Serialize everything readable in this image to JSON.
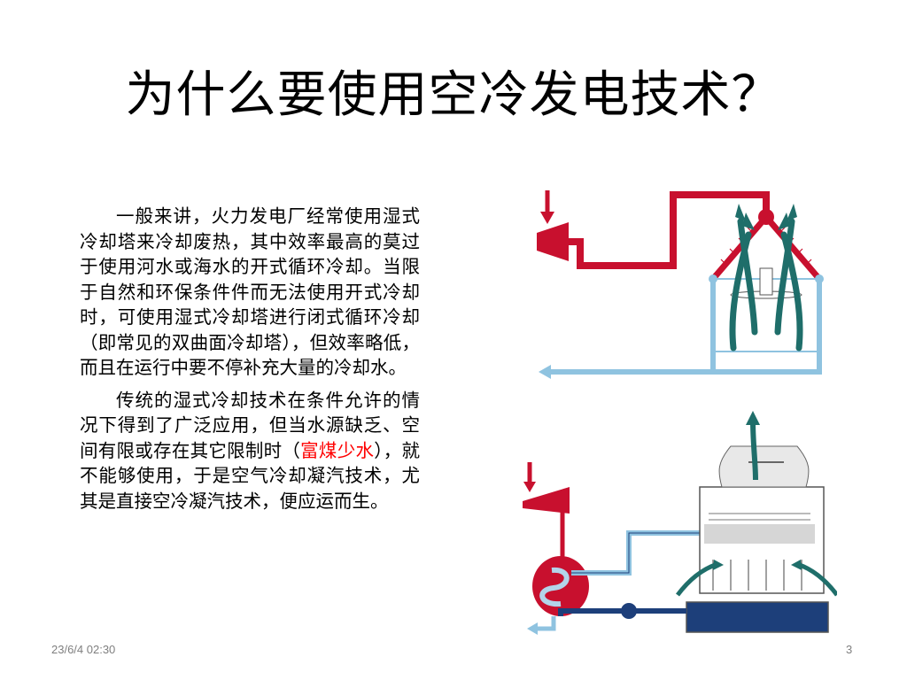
{
  "slide": {
    "title": "为什么要使用空冷发电技术？",
    "paragraph1": "一般来讲，火力发电厂经常使用湿式冷却塔来冷却废热，其中效率最高的莫过于使用河水或海水的开式循环冷却。当限于自然和环保条件件而无法使用开式冷却时，可使用湿式冷却塔进行闭式循环冷却（即常见的双曲面冷却塔），但效率略低，而且在运行中要不停补充大量的冷却水。",
    "paragraph2_before": "传统的湿式冷却技术在条件允许的情况下得到了广泛应用，但当水源缺乏、空间有限或存在其它限制时（",
    "paragraph2_highlight": "富煤少水",
    "paragraph2_after": "），就不能够使用，于是空气冷却凝汽技术，尤其是直接空冷凝汽技术，便应运而生。"
  },
  "footer": {
    "date": "23/6/4 02:30",
    "page_number": "3"
  },
  "colors": {
    "hot": "#c8102e",
    "cold": "#8fc3e0",
    "dark_water": "#1d3f7a",
    "teal_arrow": "#1f6e6a",
    "highlight": "#ff0000"
  }
}
